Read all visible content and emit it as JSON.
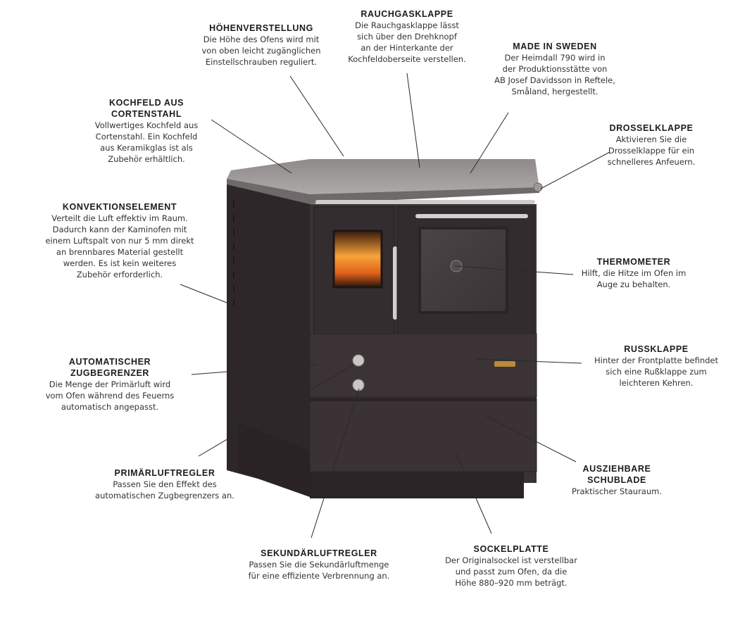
{
  "colors": {
    "stove_body": "#3a3234",
    "stove_dark": "#2b2426",
    "cortensteel_top": "#9a9594",
    "chrome": "#c8c6c4",
    "fire": "#f28a1b",
    "brass": "#b88a3a",
    "leader": "#2a2a2a"
  },
  "callouts": {
    "hoehenverstellung": {
      "title": "HÖHENVERSTELLUNG",
      "lines": [
        "Die Höhe des Ofens wird mit",
        "von oben leicht zugänglichen",
        "Einstellschrauben reguliert."
      ]
    },
    "rauchgasklappe": {
      "title": "RAUCHGASKLAPPE",
      "lines": [
        "Die Rauchgasklappe lässt",
        "sich über den Drehknopf",
        "an der Hinterkante der",
        "Kochfeldoberseite verstellen."
      ]
    },
    "made_in_sweden": {
      "title": "MADE IN SWEDEN",
      "lines": [
        "Der Heimdall 790 wird in",
        "der Produktionsstätte von",
        "AB Josef Davidsson in Reftele,",
        "Småland, hergestellt."
      ]
    },
    "kochfeld": {
      "title": [
        "KOCHFELD AUS",
        "CORTENSTAHL"
      ],
      "lines": [
        "Vollwertiges Kochfeld aus",
        "Cortenstahl. Ein Kochfeld",
        "aus Keramikglas ist als",
        "Zubehör erhältlich."
      ]
    },
    "drosselklappe": {
      "title": "DROSSELKLAPPE",
      "lines": [
        "Aktivieren Sie die",
        "Drosselklappe für ein",
        "schnelleres Anfeuern."
      ]
    },
    "konvektionselement": {
      "title": "KONVEKTIONSELEMENT",
      "lines": [
        "Verteilt die Luft effektiv im Raum.",
        "Dadurch kann der Kaminofen mit",
        "einem Luftspalt von nur 5 mm direkt",
        "an brennbares Material gestellt",
        "werden. Es ist kein weiteres",
        "Zubehör erforderlich."
      ]
    },
    "thermometer": {
      "title": "THERMOMETER",
      "lines": [
        "Hilft, die Hitze im Ofen im",
        "Auge zu behalten."
      ]
    },
    "zugbegrenzer": {
      "title": [
        "AUTOMATISCHER",
        "ZUGBEGRENZER"
      ],
      "lines": [
        "Die Menge der Primärluft wird",
        "vom Ofen während des Feuerns",
        "automatisch angepasst."
      ]
    },
    "russklappe": {
      "title": "RUSSKLAPPE",
      "lines": [
        "Hinter der Frontplatte befindet",
        "sich eine Rußklappe zum",
        "leichteren Kehren."
      ]
    },
    "primaerluftregler": {
      "title": "PRIMÄRLUFTREGLER",
      "lines": [
        "Passen Sie den Effekt des",
        "automatischen Zugbegrenzers an."
      ]
    },
    "schublade": {
      "title": [
        "AUSZIEHBARE",
        "SCHUBLADE"
      ],
      "lines": [
        "Praktischer Stauraum."
      ]
    },
    "sekundaerluftregler": {
      "title": "SEKUNDÄRLUFTREGLER",
      "lines": [
        "Passen Sie die Sekundärluftmenge",
        "für eine effiziente Verbrennung an."
      ]
    },
    "sockelplatte": {
      "title": "SOCKELPLATTE",
      "lines": [
        "Der Originalsockel ist verstellbar",
        "und passt zum Ofen, da die",
        "Höhe 880–920 mm beträgt."
      ]
    }
  }
}
